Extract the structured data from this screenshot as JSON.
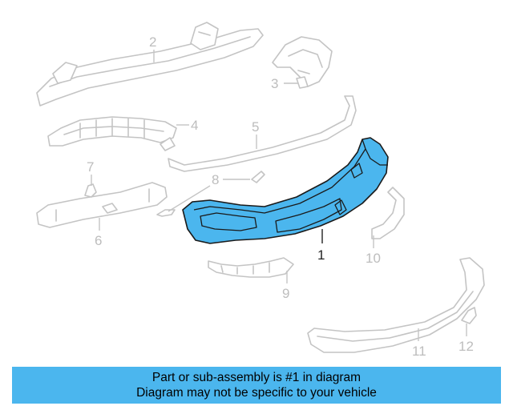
{
  "colors": {
    "highlight": "#4bb6ee",
    "ghost_parts": "#c4c4c4",
    "banner_background": "#4bb6ee"
  },
  "callouts": {
    "c1": "1",
    "c2": "2",
    "c3": "3",
    "c4": "4",
    "c5": "5",
    "c6": "6",
    "c7": "7",
    "c8": "8",
    "c9": "9",
    "c10": "10",
    "c11": "11",
    "c12": "12"
  },
  "banner": {
    "line1": "Part or sub-assembly is #1 in diagram",
    "line2": "Diagram may not be specific to your vehicle"
  }
}
